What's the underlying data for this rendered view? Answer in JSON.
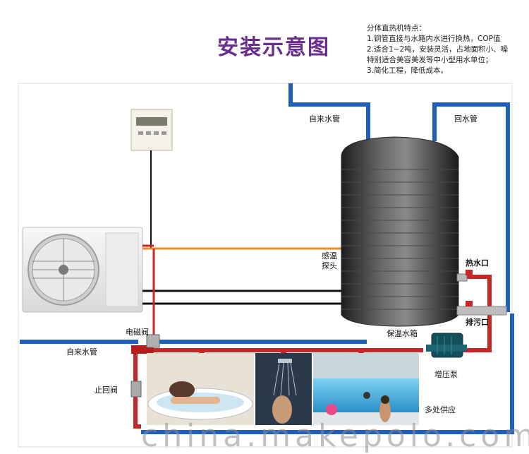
{
  "title": "安装示意图",
  "features": {
    "heading": "分体直热机特点：",
    "lines": [
      "1.铜管直接与水箱内水进行换热，COP值",
      "2.适合1~2吨，安装灵活，占地面积小、噪",
      "   特别适合美容美发等中小型用水单位；",
      "3.简化工程，降低成本。"
    ]
  },
  "labels": {
    "tap_water_top": "自来水管",
    "return_pipe": "回水管",
    "temp_probe_1": "感温",
    "temp_probe_2": "探头",
    "hot_water_outlet": "热水口",
    "drain_outlet": "排污口",
    "insulated_tank": "保温水箱",
    "solenoid_valve": "电磁阀",
    "tap_water_bottom": "自来水管",
    "check_valve": "止回阀",
    "booster_pump": "增压泵",
    "multi_supply": "多处供应"
  },
  "watermark": "china.makepolo.com",
  "colors": {
    "title": "#6a2c8e",
    "water_pipe": "#1e5fbf",
    "hot_pipe": "#c62828",
    "probe_wire": "#f08a24",
    "tank": "#3a3a3a"
  }
}
